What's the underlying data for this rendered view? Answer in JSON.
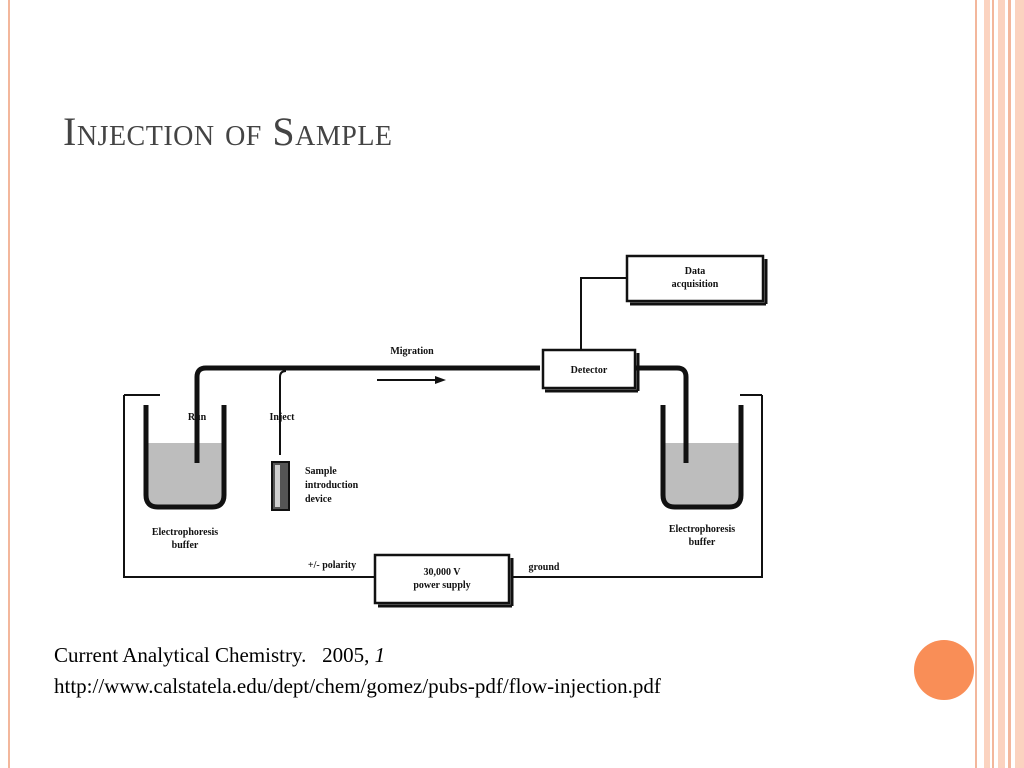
{
  "slide": {
    "title": "Injection of Sample"
  },
  "diagram": {
    "labels": {
      "data_acquisition_line1": "Data",
      "data_acquisition_line2": "acquisition",
      "migration": "Migration",
      "detector": "Detector",
      "run": "Run",
      "inject": "Inject",
      "sample_line1": "Sample",
      "sample_line2": "introduction",
      "sample_line3": "device",
      "left_buffer_line1": "Electrophoresis",
      "left_buffer_line2": "buffer",
      "right_buffer_line1": "Electrophoresis",
      "right_buffer_line2": "buffer",
      "polarity": "+/- polarity",
      "power_line1": "30,000 V",
      "power_line2": "power supply",
      "ground": "ground"
    }
  },
  "citation": {
    "journal": "Current Analytical Chemistry.",
    "year": "2005,",
    "volume": "1",
    "url": "http://www.calstatela.edu/dept/chem/gomez/pubs-pdf/flow-injection.pdf"
  },
  "colors": {
    "accent": "#f98e57",
    "stripe_light": "#fbd3c0",
    "stripe_dark": "#f3b79c",
    "buffer_liquid": "#bdbdbd"
  }
}
